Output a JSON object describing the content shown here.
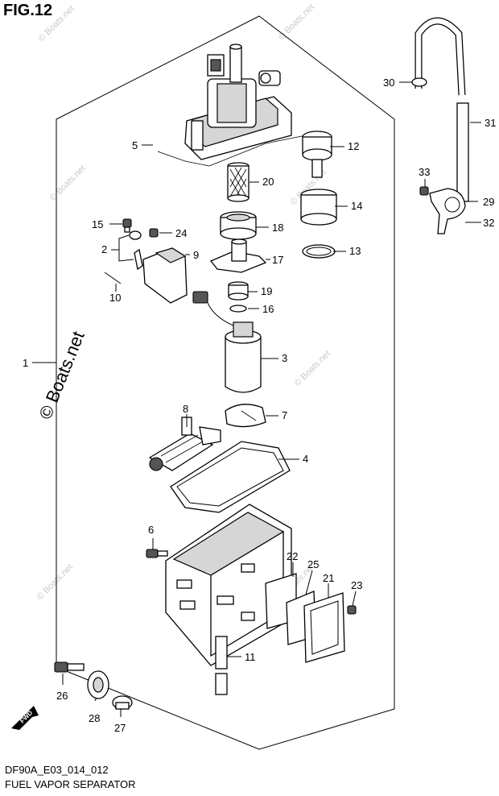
{
  "figure": {
    "label": "FIG.12",
    "code": "DF90A_E03_014_012",
    "caption": "FUEL VAPOR SEPARATOR",
    "fwd_label": "FWD"
  },
  "watermark": {
    "main": "© Boats.net",
    "small": "© Boats.net"
  },
  "callouts": [
    "1",
    "2",
    "3",
    "4",
    "5",
    "6",
    "7",
    "8",
    "9",
    "10",
    "11",
    "12",
    "13",
    "14",
    "15",
    "16",
    "17",
    "18",
    "19",
    "20",
    "21",
    "22",
    "23",
    "24",
    "25",
    "26",
    "27",
    "28",
    "29",
    "30",
    "31",
    "32",
    "33"
  ]
}
